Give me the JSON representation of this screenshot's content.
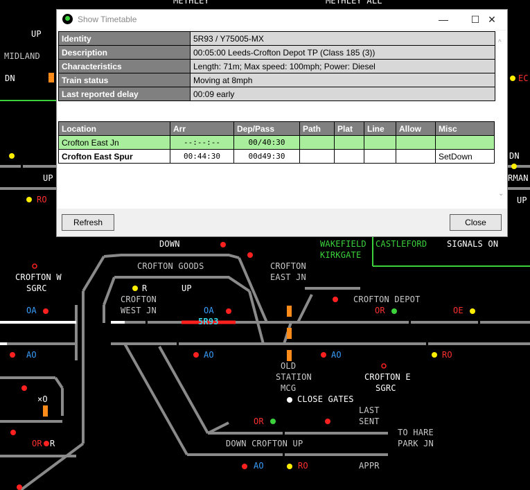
{
  "window": {
    "title": "Show Timetable",
    "refresh_label": "Refresh",
    "close_label": "Close"
  },
  "train": {
    "rows": [
      {
        "key": "Identity",
        "value": "5R93 / Y75005-MX"
      },
      {
        "key": "Description",
        "value": "00:05:00 Leeds-Crofton Depot TP (Class 185 (3))"
      },
      {
        "key": "Characteristics",
        "value": "Length: 71m; Max speed: 100mph; Power: Diesel"
      },
      {
        "key": "Train status",
        "value": "Moving at 8mph"
      },
      {
        "key": "Last reported delay",
        "value": "00:09 early"
      }
    ]
  },
  "timetable": {
    "headers": [
      "Location",
      "Arr",
      "Dep/Pass",
      "Path",
      "Plat",
      "Line",
      "Allow",
      "Misc"
    ],
    "rows": [
      {
        "location": "Crofton East Jn",
        "arr": "--:--:--",
        "dep": "00/40:30",
        "path": "",
        "plat": "",
        "line": "",
        "allow": "",
        "misc": ""
      },
      {
        "location": "Crofton East Spur",
        "arr": "00:44:30",
        "dep": "00d49:30",
        "path": "",
        "plat": "",
        "line": "",
        "allow": "",
        "misc": "SetDown"
      }
    ]
  },
  "sim": {
    "labels": {
      "methley": "METHLEY",
      "methley_all": "METHLEY ALL",
      "up": "UP",
      "midland": "MIDLAND",
      "dn": "DN",
      "ec": "EC",
      "up2": "UP",
      "dn2": "DN",
      "rman": "RMAN",
      "up3": "UP",
      "ro1": "RO",
      "down": "DOWN",
      "wakefield": "WAKEFIELD",
      "kirkgate": "KIRKGATE",
      "castleford": "CASTLEFORD",
      "signals_on": "SIGNALS ON",
      "crofton_goods": "CROFTON GOODS",
      "crofton_east_jn_1": "CROFTON",
      "crofton_east_jn_2": "EAST JN",
      "crofton_w_1": "CROFTON W",
      "crofton_w_2": "SGRC",
      "r1": "R",
      "up4": "UP",
      "crofton_west_jn_1": "CROFTON",
      "crofton_west_jn_2": "WEST JN",
      "crofton_depot": "CROFTON DEPOT",
      "oa1": "OA",
      "oa2": "OA",
      "train_id": "5R93",
      "or1": "OR",
      "oe": "OE",
      "ao1": "AO",
      "ao2": "AO",
      "ao3": "AO",
      "ro2": "RO",
      "old_station_1": "OLD",
      "old_station_2": "STATION",
      "old_station_3": "MCG",
      "crofton_e_1": "CROFTON E",
      "crofton_e_2": "SGRC",
      "close_gates": "CLOSE GATES",
      "xo": "×O",
      "last_sent_1": "LAST",
      "last_sent_2": "SENT",
      "or2": "OR",
      "to_hare_1": "TO HARE",
      "to_hare_2": "PARK JN",
      "or3": "OR",
      "r2": "R",
      "down_crofton_up": "DOWN CROFTON UP",
      "ao4": "AO",
      "ro3": "RO",
      "appr": "APPR"
    }
  }
}
